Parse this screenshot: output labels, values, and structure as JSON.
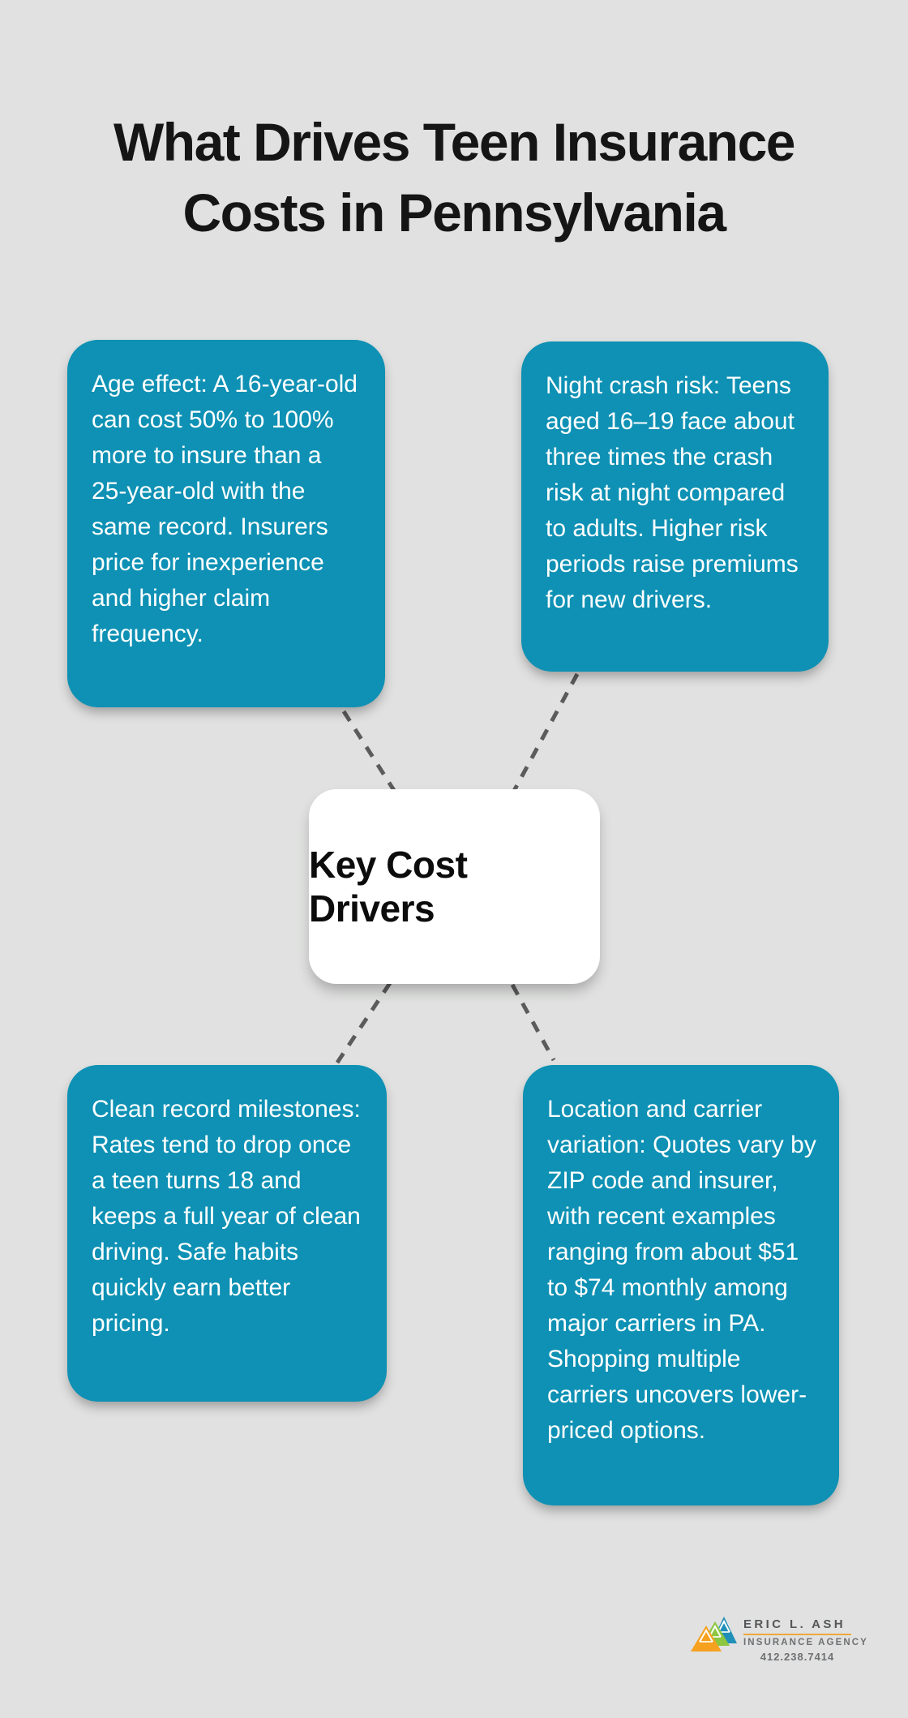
{
  "title": {
    "line1": "What Drives Teen Insurance",
    "line2": "Costs in Pennsylvania"
  },
  "mindmap": {
    "center_label": "Key Cost Drivers",
    "nodes": [
      {
        "id": "age-effect",
        "position": "top-left",
        "text": "Age effect: A 16-year-old can cost 50% to 100% more to insure than a 25-year-old with the same record. Insurers price for inexperience and higher claim frequency."
      },
      {
        "id": "night-crash-risk",
        "position": "top-right",
        "text": "Night crash risk: Teens aged 16–19 face about three times the crash risk at night compared to adults. Higher risk periods raise premiums for new drivers."
      },
      {
        "id": "clean-record-milestones",
        "position": "bottom-left",
        "text": "Clean record milestones: Rates tend to drop once a teen turns 18 and keeps a full year of clean driving. Safe habits quickly earn better pricing."
      },
      {
        "id": "location-carrier-variation",
        "position": "bottom-right",
        "text": "Location and carrier variation: Quotes vary by ZIP code and insurer, with recent examples ranging from about $51 to $74 monthly among major carriers in PA. Shopping multiple carriers uncovers lower-priced options."
      }
    ]
  },
  "footer_logo": {
    "company": "ERIC L. ASH",
    "tagline": "INSURANCE AGENCY",
    "phone": "412.238.7414"
  },
  "colors": {
    "background": "#e0e1e0",
    "node_teal": "#0e91b4",
    "node_text": "#ffffff",
    "center_bg": "#ffffff",
    "title_text": "#151515",
    "connector_gray": "#5b5b5b",
    "logo_orange": "#f6a11f",
    "logo_green": "#8dc63f",
    "logo_blue": "#2090b8",
    "logo_gold": "#efa73e",
    "logo_text_dark": "#55575a",
    "logo_text_gray": "#6e7073"
  }
}
